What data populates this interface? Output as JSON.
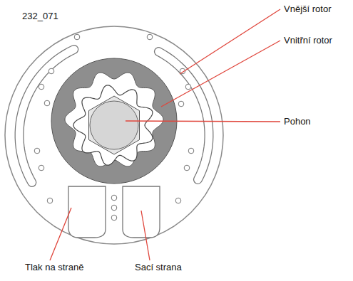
{
  "diagram": {
    "labels": [
      "232_071",
      "Vnější rotor",
      "Vnitřní rotor",
      "Pohon",
      "Tlak na straně",
      "Sací strana"
    ]
  }
}
